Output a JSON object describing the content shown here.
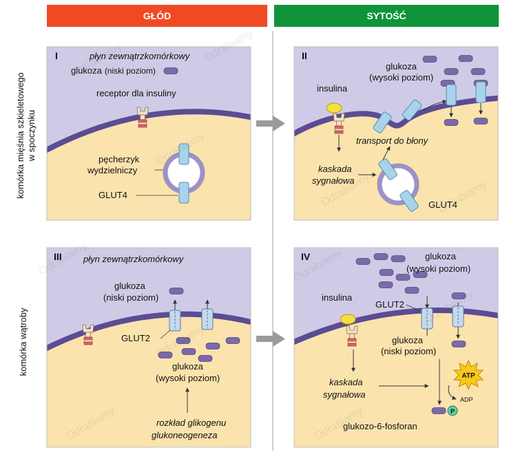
{
  "header": {
    "left": {
      "label": "GŁÓD",
      "color": "#f04a23"
    },
    "right": {
      "label": "SYTOŚĆ",
      "color": "#0f9439"
    }
  },
  "side_labels": {
    "top": [
      "komórka mięśnia szkieletowego",
      "w spoczynku"
    ],
    "bottom": "komórka wątroby"
  },
  "panels": {
    "p1": {
      "numeral": "I",
      "extracellular": "płyn zewnątrzkomórkowy",
      "glucose_word": "glukoza",
      "glucose_level": "(niski poziom)",
      "receptor": "receptor dla insuliny",
      "vesicle_line1": "pęcherzyk",
      "vesicle_line2": "wydzielniczy",
      "transporter": "GLUT4"
    },
    "p2": {
      "numeral": "II",
      "glucose_word": "glukoza",
      "glucose_level": "(wysoki poziom)",
      "insulin": "insulina",
      "transport": "transport do błony",
      "cascade_line1": "kaskada",
      "cascade_line2": "sygnałowa",
      "transporter": "GLUT4"
    },
    "p3": {
      "numeral": "III",
      "extracellular": "płyn zewnątrzkomórkowy",
      "glucose_out_word": "glukoza",
      "glucose_out_level": "(niski poziom)",
      "transporter": "GLUT2",
      "glucose_in_word": "glukoza",
      "glucose_in_level": "(wysoki poziom)",
      "process_line1": "rozkład glikogenu",
      "process_line2": "glukoneogeneza"
    },
    "p4": {
      "numeral": "IV",
      "glucose_out_word": "glukoza",
      "glucose_out_level": "(wysoki poziom)",
      "insulin": "insulina",
      "transporter": "GLUT2",
      "glucose_in_word": "glukoza",
      "glucose_in_level": "(niski poziom)",
      "cascade_line1": "kaskada",
      "cascade_line2": "sygnałowa",
      "atp": "ATP",
      "adp": "ADP",
      "phosphate": "P",
      "product": "glukozo-6-fosforan"
    }
  },
  "watermark": "Odrabiamy",
  "colors": {
    "extracellular": "#cfcbe6",
    "cytoplasm": "#fbe3ad",
    "membrane": "#5b4c94",
    "glucose": "#7b6aa8",
    "transporter": "#a9d3ea",
    "insulin": "#f4df3f",
    "atp": "#f8c81a"
  }
}
